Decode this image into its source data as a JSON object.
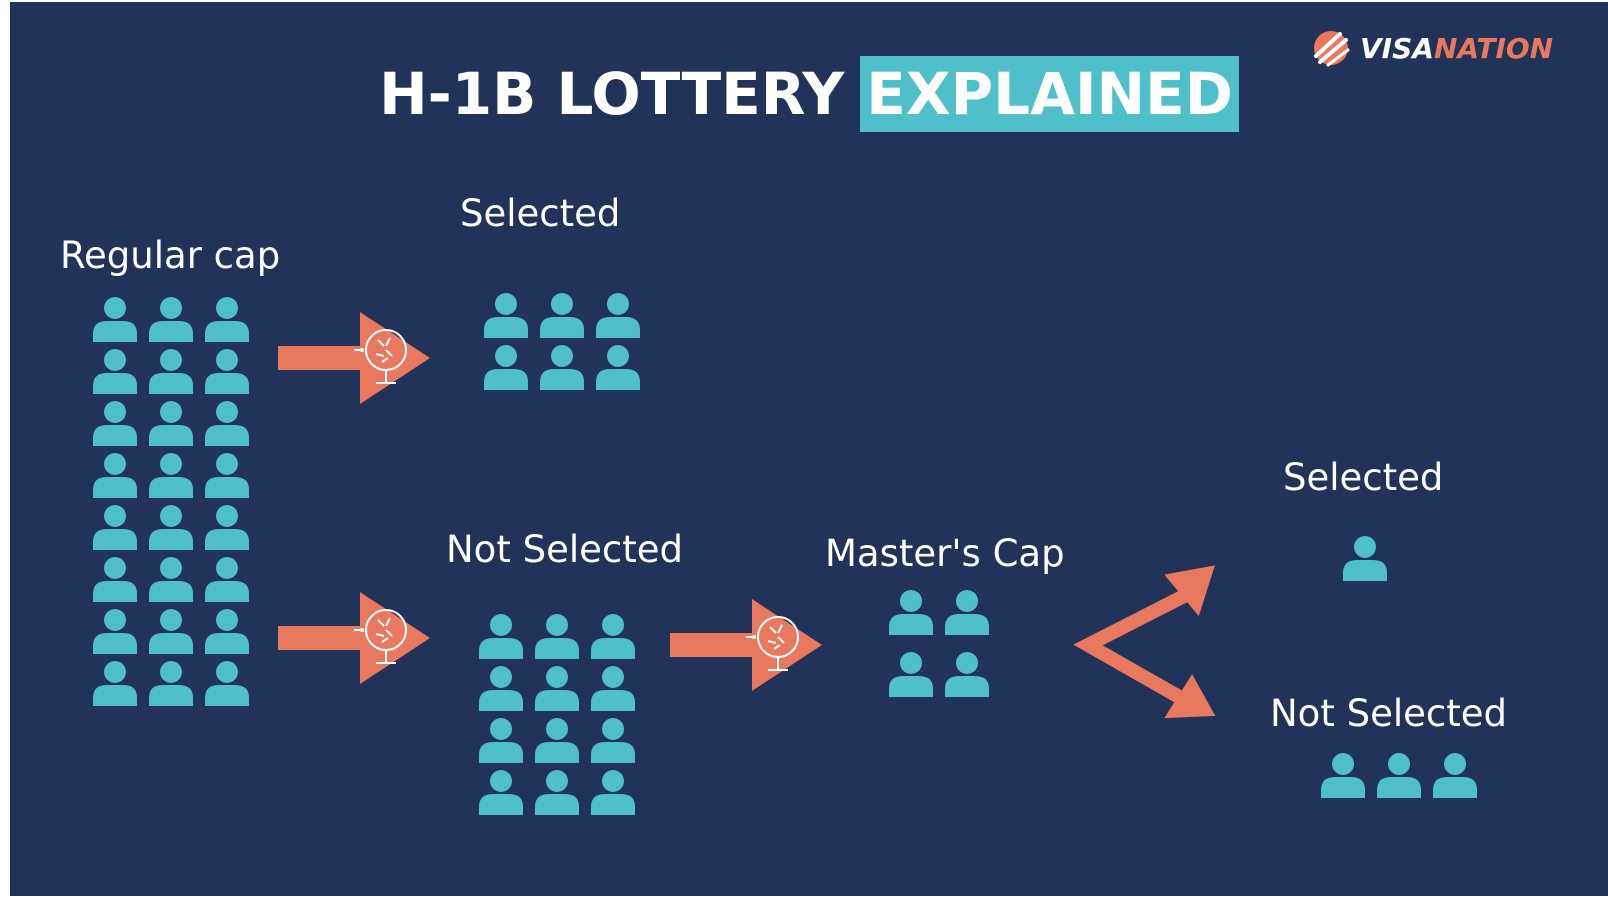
{
  "title": {
    "main": "H-1B LOTTERY",
    "highlight": "EXPLAINED"
  },
  "logo": {
    "part1": "VISA",
    "part2": "NATION"
  },
  "labels": {
    "regular_cap": "Regular cap",
    "selected_1": "Selected",
    "not_selected_1": "Not Selected",
    "masters_cap": "Master's Cap",
    "selected_2": "Selected",
    "not_selected_2": "Not Selected"
  },
  "groups": {
    "regular_cap": {
      "cols": 3,
      "rows": 8
    },
    "selected_1": {
      "cols": 3,
      "rows": 2
    },
    "not_selected_1": {
      "cols": 3,
      "rows": 4
    },
    "masters_cap": {
      "cols": 2,
      "rows": 2
    },
    "selected_2": {
      "cols": 1,
      "rows": 1
    },
    "not_selected_2": {
      "cols": 3,
      "rows": 1
    }
  },
  "colors": {
    "background": "#223359",
    "person": "#4fbfc9",
    "arrow": "#e8795e",
    "highlight": "#4fbfc9",
    "text": "#ffffff",
    "logo_accent": "#e8795e"
  },
  "icons": {
    "person": "person-icon",
    "lottery": "lottery-drum-icon",
    "logo": "visanation-logo-icon"
  }
}
